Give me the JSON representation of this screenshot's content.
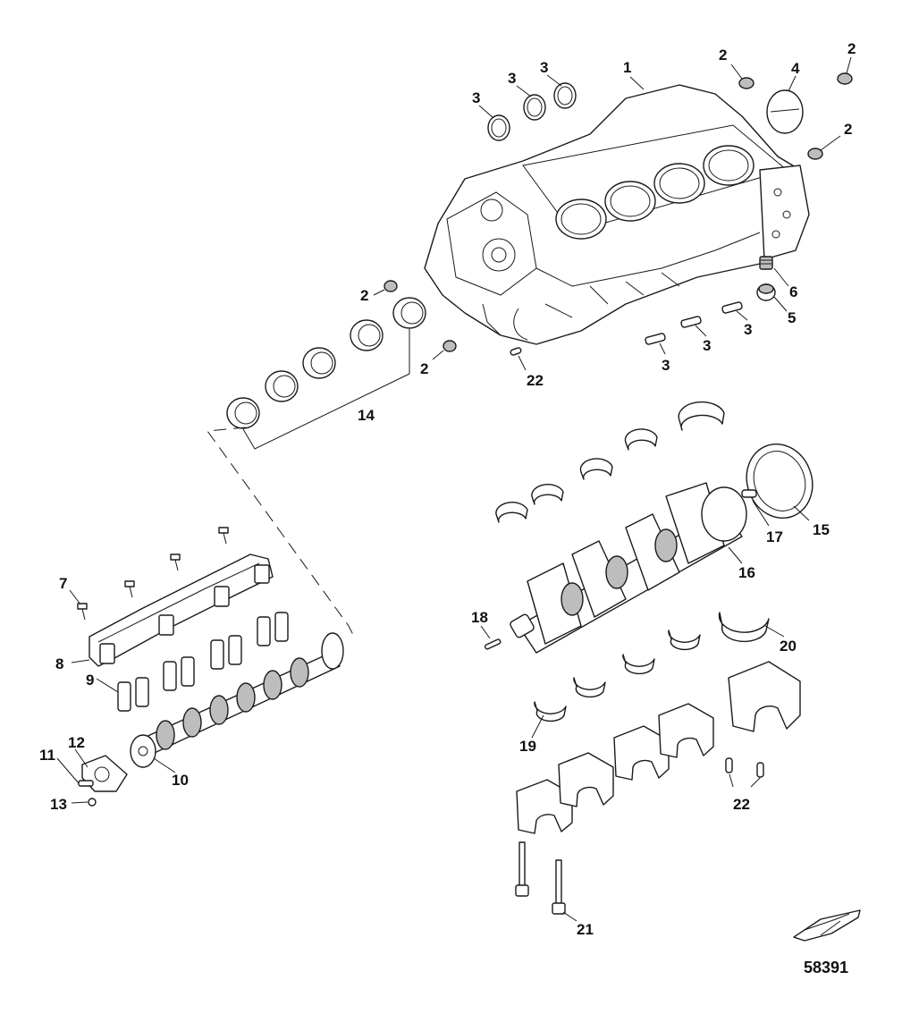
{
  "figure_number": "58391",
  "callouts": {
    "c1": "1",
    "c2a": "2",
    "c2b": "2",
    "c2c": "2",
    "c2d": "2",
    "c2e": "2",
    "c3a": "3",
    "c3b": "3",
    "c3c": "3",
    "c3d": "3",
    "c3e": "3",
    "c3f": "3",
    "c4": "4",
    "c5": "5",
    "c6": "6",
    "c7": "7",
    "c8": "8",
    "c9": "9",
    "c10": "10",
    "c11": "11",
    "c12": "12",
    "c13": "13",
    "c14": "14",
    "c15": "15",
    "c16": "16",
    "c17": "17",
    "c18": "18",
    "c19": "19",
    "c20": "20",
    "c21": "21",
    "c22a": "22",
    "c22b": "22"
  },
  "icons": {
    "engine_block": "engine-block-icon",
    "crankshaft": "crankshaft-icon",
    "camshaft": "camshaft-icon",
    "boat": "boat-icon"
  }
}
